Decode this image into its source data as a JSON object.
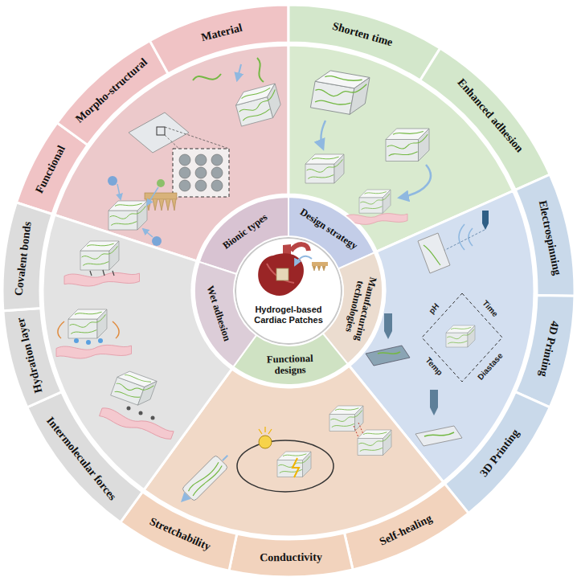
{
  "diagram": {
    "nodes": [
      {
        "text": [
          "Hydrogel-based Cardiac Patches"
        ]
      },
      {
        "text": [
          "Bionic types"
        ]
      },
      {
        "text": [
          "Design strategy"
        ]
      },
      {
        "text": [
          "Manufacturing technologies"
        ]
      },
      {
        "text": [
          "Functional designs"
        ]
      },
      {
        "text": [
          "Wet adhesion"
        ]
      },
      {
        "text": [
          "Functional"
        ]
      },
      {
        "text": [
          "Morpho-structural"
        ]
      },
      {
        "text": [
          "Material"
        ]
      },
      {
        "text": [
          "Shorten time"
        ]
      },
      {
        "text": [
          "Enhanced adhesion"
        ]
      },
      {
        "text": [
          "Electrospinning"
        ]
      },
      {
        "text": [
          "4D Printing"
        ]
      },
      {
        "text": [
          "3D Printing"
        ]
      },
      {
        "text": [
          "Self-healing"
        ]
      },
      {
        "text": [
          "Conductivity"
        ]
      },
      {
        "text": [
          "Stretchability"
        ]
      },
      {
        "text": [
          "Intermolecular forces"
        ]
      },
      {
        "text": [
          "Hydration layer"
        ]
      },
      {
        "text": [
          "Covalent bonds"
        ]
      }
    ],
    "labels": [
      "pH",
      "Time",
      "Temp",
      "Diastase"
    ]
  }
}
